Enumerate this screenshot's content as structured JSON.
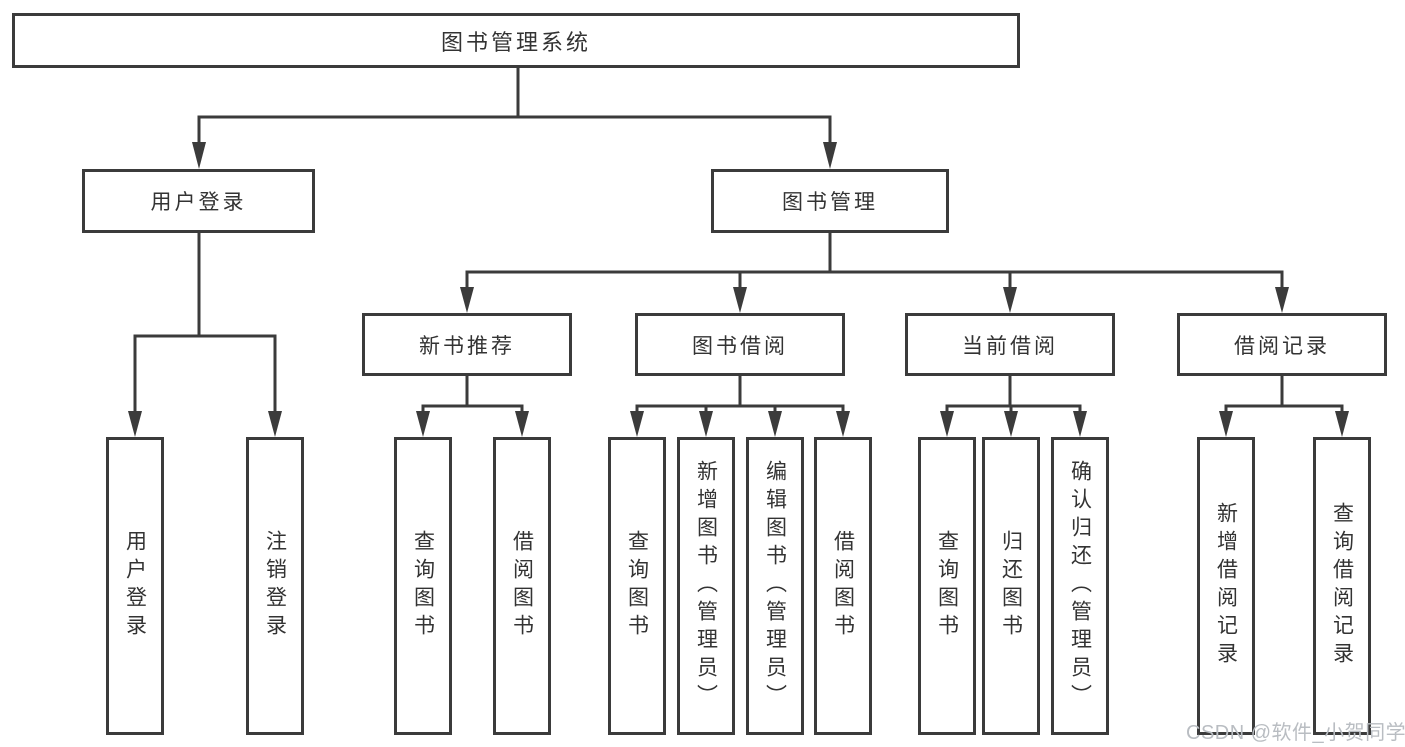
{
  "diagram": {
    "root": {
      "label": "图书管理系统"
    },
    "level2": [
      {
        "label": "用户登录"
      },
      {
        "label": "图书管理"
      }
    ],
    "level3": [
      {
        "label": "新书推荐"
      },
      {
        "label": "图书借阅"
      },
      {
        "label": "当前借阅"
      },
      {
        "label": "借阅记录"
      }
    ],
    "leaves": {
      "user_login": [
        {
          "label": "用户登录"
        },
        {
          "label": "注销登录"
        }
      ],
      "new_book": [
        {
          "label": "查询图书"
        },
        {
          "label": "借阅图书"
        }
      ],
      "book_borrow": [
        {
          "label": "查询图书"
        },
        {
          "label": "新增图书（管理员）"
        },
        {
          "label": "编辑图书（管理员）"
        },
        {
          "label": "借阅图书"
        }
      ],
      "current_borrow": [
        {
          "label": "查询图书"
        },
        {
          "label": "归还图书"
        },
        {
          "label": "确认归还（管理员）"
        }
      ],
      "borrow_record": [
        {
          "label": "新增借阅记录"
        },
        {
          "label": "查询借阅记录"
        }
      ]
    },
    "watermark": "CSDN @软件_小贺同学",
    "colors": {
      "line": "#3b3b3b",
      "text": "#333333",
      "watermark": "#b9bdc2",
      "background": "#ffffff"
    }
  }
}
